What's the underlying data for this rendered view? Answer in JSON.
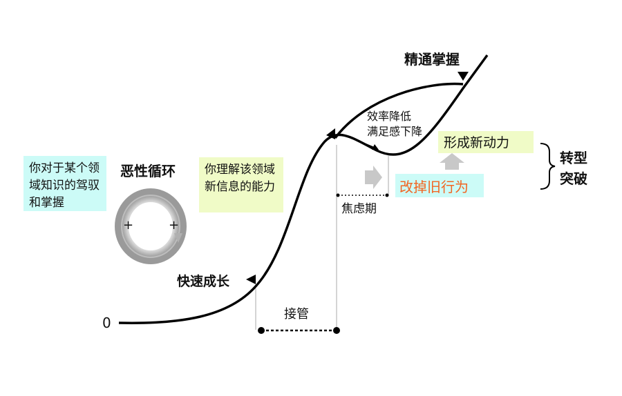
{
  "origin_label": "0",
  "left_box_text": "你对于某个领域知识的驾驭和掌握",
  "vicious_cycle_title": "恶性循环",
  "cycle_plus_left": "+",
  "cycle_plus_right": "+",
  "middle_box_text": "你理解该领域新信息的能力",
  "rapid_growth_label": "快速成长",
  "takeover_label": "接管",
  "anxiety_period_label": "焦虑期",
  "efficiency_drop_line1": "效率降低",
  "efficiency_drop_line2": "满足感下降",
  "mastery_label": "精通掌握",
  "change_behavior_label": "改掉旧行为",
  "new_motivation_label": "形成新动力",
  "transform_line1": "转型",
  "transform_line2": "突破",
  "colors": {
    "cyan_box": "#ccfbf7",
    "yellow_box": "#f0fbc7",
    "orange_text": "#f26522",
    "curve": "#000000",
    "arrow_gray": "#c8c8c8"
  }
}
